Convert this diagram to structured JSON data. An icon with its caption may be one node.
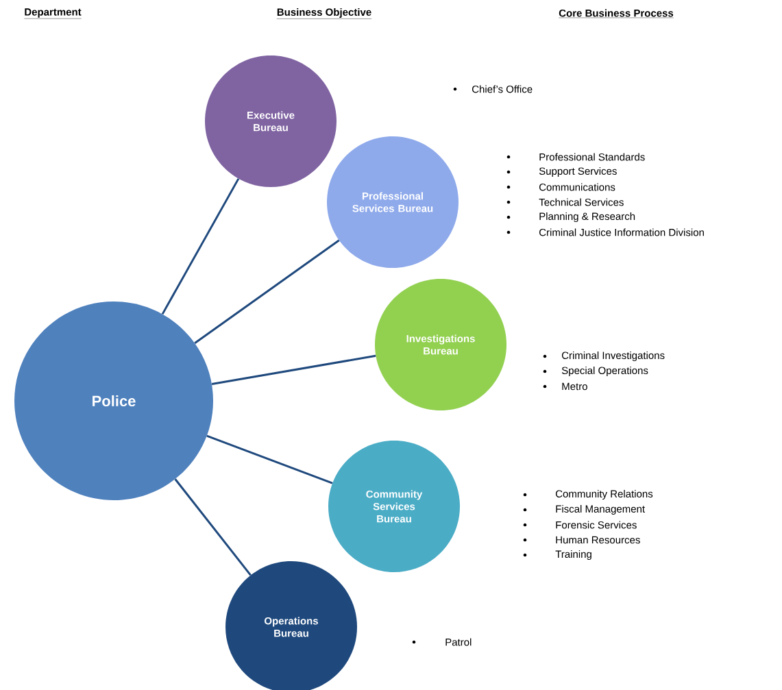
{
  "diagram": {
    "nodes": [
      {
        "text": [
          "Police"
        ]
      },
      {
        "text": [
          "Executive Bureau"
        ]
      },
      {
        "text": [
          "Professional Services Bureau"
        ]
      },
      {
        "text": [
          "Investigations Bureau"
        ]
      },
      {
        "text": [
          "Community Services Bureau"
        ]
      },
      {
        "text": [
          "Operations Bureau"
        ]
      }
    ],
    "edges": [
      {
        "from": 0,
        "to": 1,
        "arrow": "none"
      },
      {
        "from": 0,
        "to": 2,
        "arrow": "none"
      },
      {
        "from": 0,
        "to": 3,
        "arrow": "none"
      },
      {
        "from": 0,
        "to": 4,
        "arrow": "none"
      },
      {
        "from": 0,
        "to": 5,
        "arrow": "none"
      }
    ],
    "labels": [
      "Department",
      "Business Objective",
      "Core Business Process",
      "Chief’s Office",
      "Professional Standards",
      "Support Services",
      "Communications",
      "Technical Services",
      "Planning & Research",
      "Criminal Justice Information Division",
      "Criminal Investigations",
      "Special Operations",
      "Metro",
      "Community Relations",
      "Fiscal Management",
      "Forensic Services",
      "Human Resources",
      "Training",
      "Patrol"
    ]
  }
}
